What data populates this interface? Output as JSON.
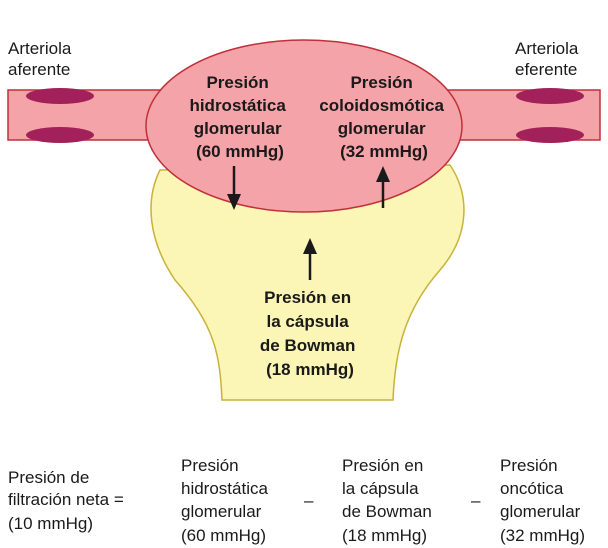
{
  "colors": {
    "arteriole": "#f4a3a8",
    "arteriole_stroke": "#c0303a",
    "plaque": "#a3215a",
    "capsule": "#fbf5b6",
    "capsule_stroke": "#c9b23a",
    "arrow": "#1a1a1a"
  },
  "labels": {
    "afferent": [
      "Arteriola",
      "aferente"
    ],
    "efferent": [
      "Arteriola",
      "eferente"
    ],
    "hydrostatic": [
      "Presión",
      "hidrostática",
      "glomerular",
      "(60 mmHg)"
    ],
    "colloid": [
      "Presión",
      "coloidosmótica",
      "glomerular",
      "(32 mmHg)"
    ],
    "bowman": [
      "Presión en",
      "la cápsula",
      "de Bowman",
      "(18 mmHg)"
    ]
  },
  "equation": {
    "result": [
      "Presión de",
      "filtración neta =",
      "(10 mmHg)"
    ],
    "term1": [
      "Presión",
      "hidrostática",
      "glomerular",
      "(60 mmHg)"
    ],
    "minus1": "–",
    "term2": [
      "Presión en",
      "la cápsula",
      "de Bowman",
      "(18 mmHg)"
    ],
    "minus2": "–",
    "term3": [
      "Presión",
      "oncótica",
      "glomerular",
      "(32 mmHg)"
    ]
  }
}
